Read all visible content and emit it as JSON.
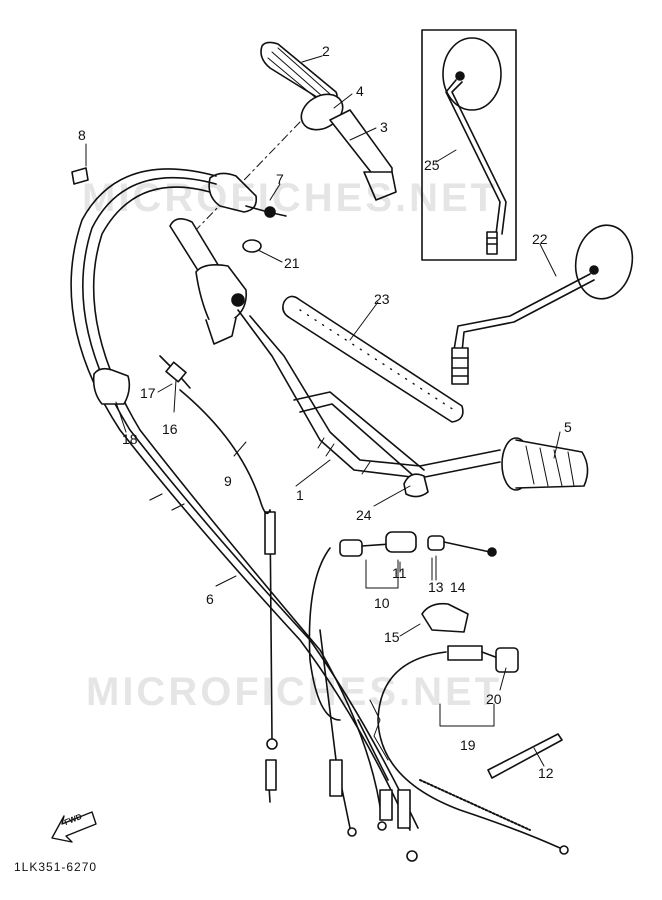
{
  "callouts": [
    "1",
    "2",
    "3",
    "4",
    "5",
    "6",
    "7",
    "8",
    "9",
    "10",
    "11",
    "12",
    "13",
    "14",
    "15",
    "16",
    "17",
    "18",
    "19",
    "20",
    "21",
    "22",
    "23",
    "24",
    "25"
  ],
  "watermark": "MICROFICHES.NET",
  "drawing_code": "1LK351-6270",
  "fwd_label": "FWD",
  "colors": {
    "ink": "#111111",
    "watermark": "#d8d8d8",
    "background": "#ffffff"
  }
}
